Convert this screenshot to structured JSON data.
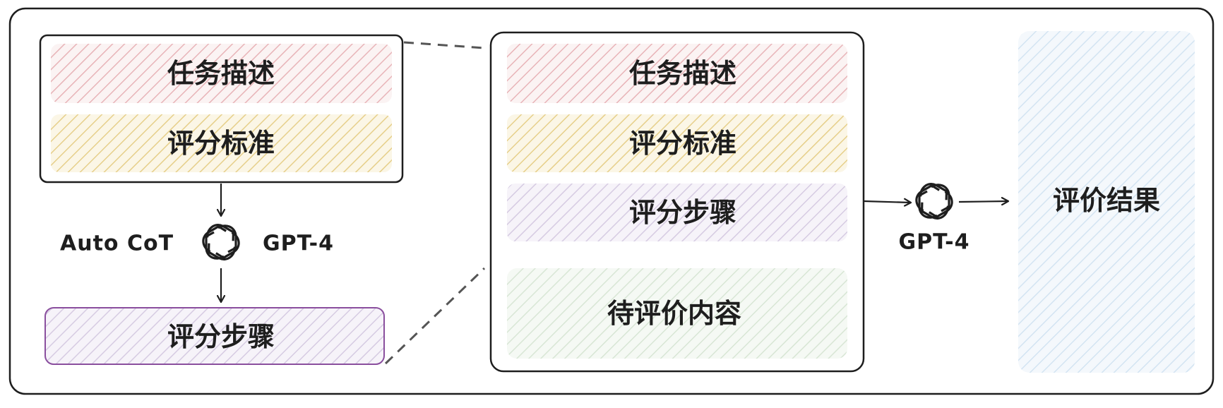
{
  "colors": {
    "stroke": "#1e1e1e",
    "task_hatch": "#e8b4b8",
    "criteria_hatch": "#e6cf8a",
    "steps_hatch": "#c9b8d8",
    "content_hatch": "#c8dcc4",
    "result_hatch": "#b8d4ea",
    "steps_border": "#8a4f9e",
    "dash": "#555555"
  },
  "left": {
    "task_label": "任务描述",
    "criteria_label": "评分标准",
    "method_label": "Auto CoT",
    "model_label": "GPT-4",
    "steps_label": "评分步骤",
    "model_icon": "openai-logo-icon"
  },
  "middle": {
    "task_label": "任务描述",
    "criteria_label": "评分标准",
    "steps_label": "评分步骤",
    "content_label": "待评价内容"
  },
  "right": {
    "model_label": "GPT-4",
    "model_icon": "openai-logo-icon",
    "result_label": "评价结果"
  }
}
